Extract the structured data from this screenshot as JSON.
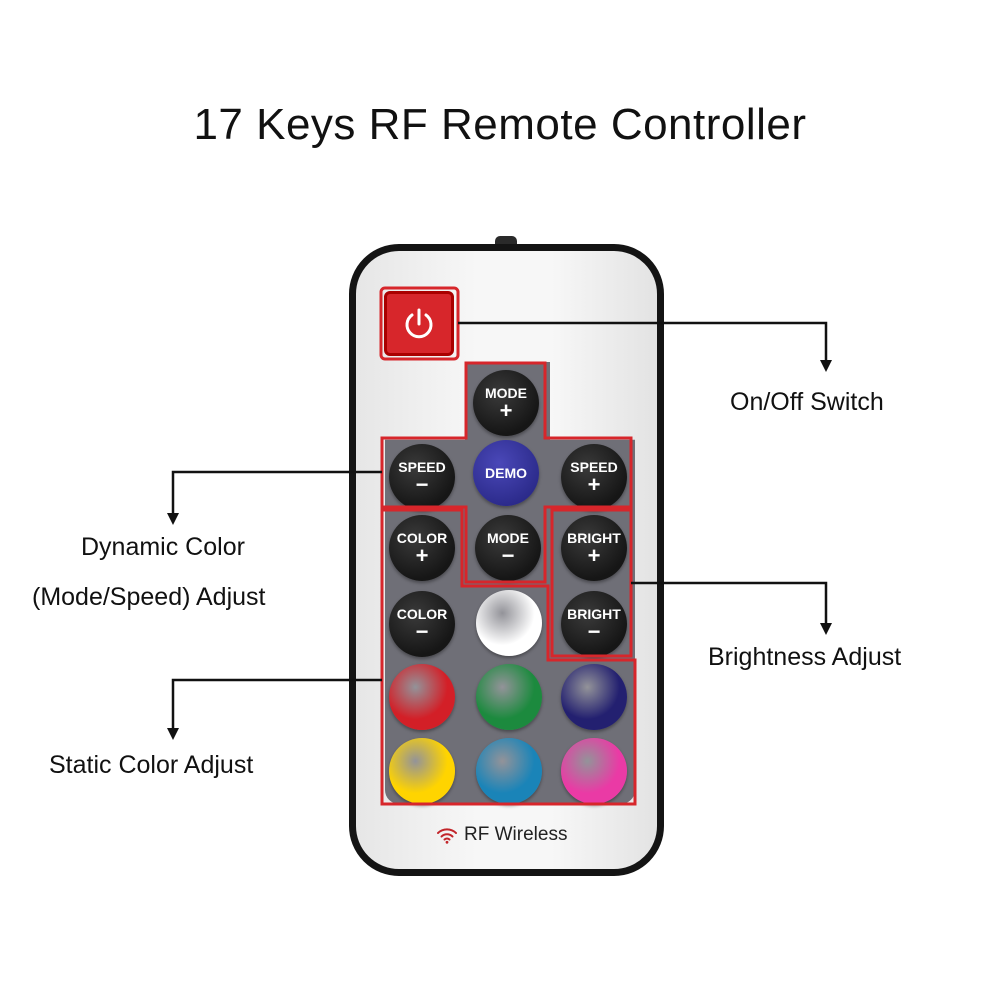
{
  "title": "17 Keys RF Remote Controller",
  "buttons": {
    "mode_plus": {
      "label": "MODE",
      "sign": "+"
    },
    "speed_minus": {
      "label": "SPEED",
      "sign": "−"
    },
    "demo": {
      "label": "DEMO"
    },
    "speed_plus": {
      "label": "SPEED",
      "sign": "+"
    },
    "color_plus": {
      "label": "COLOR",
      "sign": "+"
    },
    "mode_minus": {
      "label": "MODE",
      "sign": "−"
    },
    "bright_plus": {
      "label": "BRIGHT",
      "sign": "+"
    },
    "color_minus": {
      "label": "COLOR",
      "sign": "−"
    },
    "bright_minus": {
      "label": "BRIGHT",
      "sign": "−"
    }
  },
  "color_keys": {
    "white": "#ffffff",
    "red": "#d31f27",
    "green": "#1c8a3e",
    "blue": "#232070",
    "yellow": "#ffd400",
    "cyan": "#1a84b8",
    "pink": "#ea3aa5"
  },
  "annotations": {
    "on_off": "On/Off Switch",
    "dynamic_line1": "Dynamic Color",
    "dynamic_line2": "(Mode/Speed) Adjust",
    "brightness": "Brightness Adjust",
    "static": "Static Color Adjust"
  },
  "footer": {
    "label": "RF Wireless",
    "icon": "wifi-icon"
  },
  "highlight_color": "#d7262b"
}
